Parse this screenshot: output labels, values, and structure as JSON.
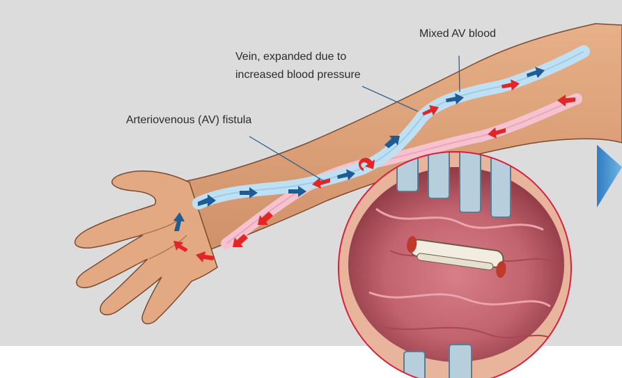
{
  "labels": {
    "mixed_av_blood": "Mixed AV blood",
    "vein_line1": "Vein, expanded due to",
    "vein_line2": "increased blood pressure",
    "av_fistula": "Arteriovenous (AV) fistula"
  },
  "colors": {
    "background": "#dcdcdd",
    "skin": "#e0a57c",
    "vein": "#bfe0f3",
    "artery": "#f5c2cf",
    "venous_arrow": "#1f5c96",
    "arterial_arrow": "#e32525",
    "inset_border": "#d81f3c",
    "tissue": "#c2636e",
    "next_arrow": "#3f8fd0"
  },
  "icons": {
    "next": "next-arrow-icon",
    "venous_flow": "blue-arrow-icon",
    "arterial_flow": "red-arrow-icon"
  }
}
